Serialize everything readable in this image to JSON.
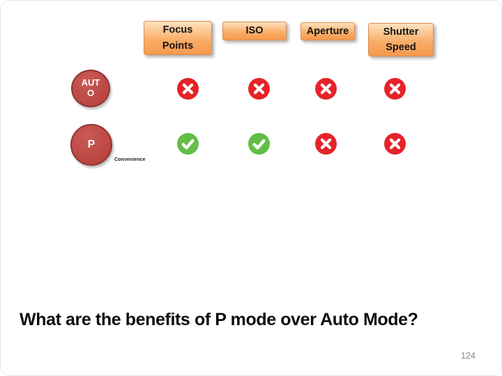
{
  "slide": {
    "title": "What are the benefits of P mode over Auto Mode?",
    "page_number": "124"
  },
  "columns": [
    {
      "label": "Focus Points"
    },
    {
      "label": "ISO"
    },
    {
      "label": "Aperture"
    },
    {
      "label": "Shutter Speed"
    }
  ],
  "rows": [
    {
      "mode": "AUTO",
      "note": "",
      "cells": [
        "no",
        "no",
        "no",
        "no"
      ]
    },
    {
      "mode": "P",
      "note": "Convenience",
      "cells": [
        "yes",
        "yes",
        "no",
        "no"
      ]
    }
  ],
  "icons": {
    "yes": "check-icon",
    "no": "cross-icon"
  },
  "colors": {
    "header_gradient_top": "#fde2bf",
    "header_gradient_bottom": "#f69a4e",
    "header_border": "#d98d4f",
    "mode_circle_fill": "#bd4744",
    "mode_circle_border": "#8e3634",
    "cross_red": "#e62329",
    "check_green": "#62be47",
    "icon_mark_white": "#ffffff",
    "title_black": "#0d0d0d",
    "page_number_gray": "#8a8a8a"
  }
}
